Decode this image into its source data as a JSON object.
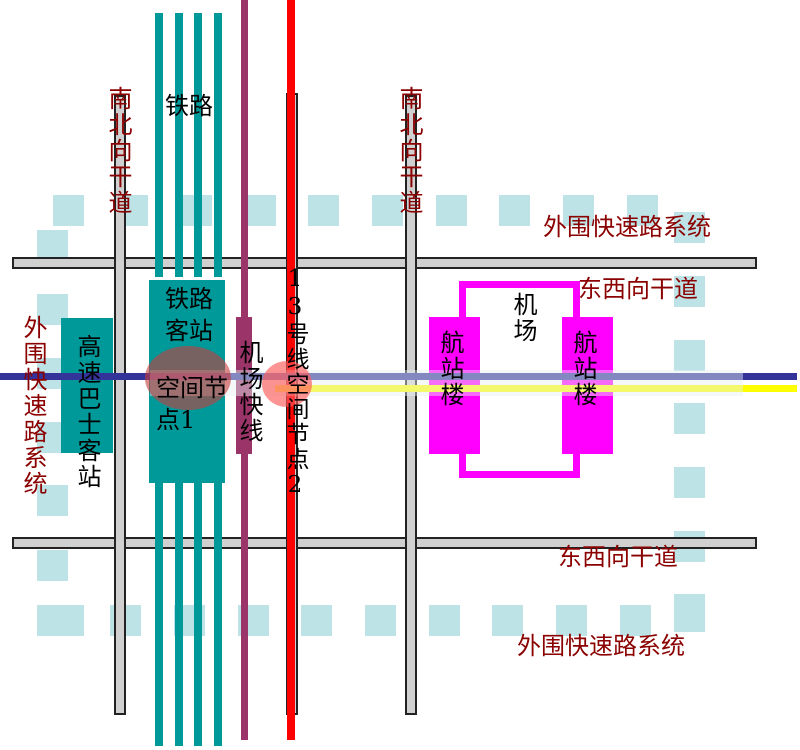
{
  "labels": {
    "railway": "铁路",
    "ns_road_left": "南北向干道",
    "ns_road_right": "南北向干道",
    "outer_expressway_top": "外围快速路系统",
    "outer_expressway_left": "外围快速路系统",
    "outer_expressway_bottom": "外围快速路系统",
    "ew_road_top": "东西向干道",
    "ew_road_bottom": "东西向干道",
    "bus_station": "高速巴士客站",
    "rail_station": "铁路客站",
    "node1": "空间节点1",
    "airport_express": "机场快线",
    "line13_node2": "13号线空间节点2",
    "airport": "机场",
    "terminal_left": "航站楼",
    "terminal_right": "航站楼"
  },
  "colors": {
    "railway": "#009999",
    "airport_express": "#9b3468",
    "line13": "#ff0000",
    "blue_line": "#333399",
    "yellow_line": "#ffff00",
    "airport": "#ff00ff",
    "label_red": "#8b0000",
    "expressway": "#bde3e6",
    "road": "#d0d0d0"
  }
}
